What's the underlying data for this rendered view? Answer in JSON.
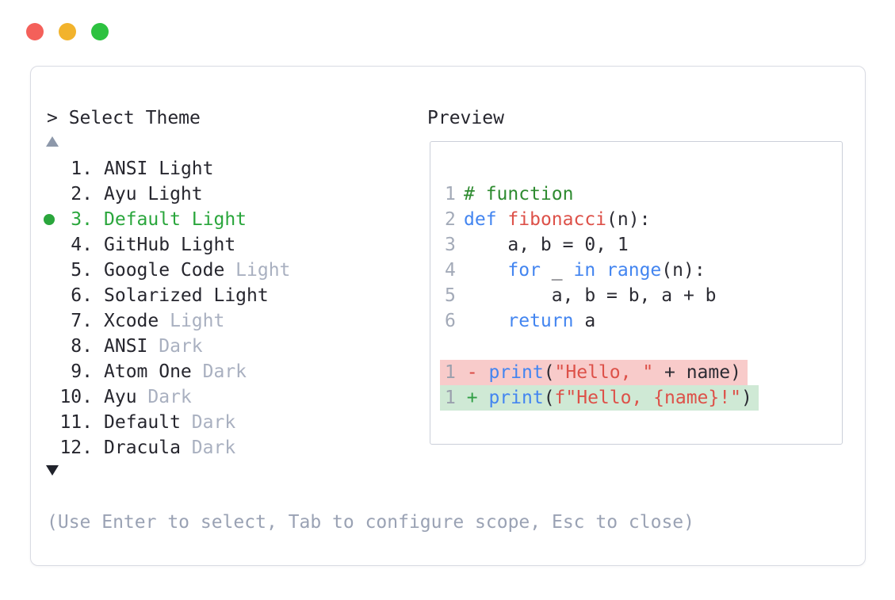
{
  "window": {
    "traffic_lights": [
      {
        "name": "close",
        "color": "#f4605a"
      },
      {
        "name": "minimize",
        "color": "#f2b32c"
      },
      {
        "name": "zoom",
        "color": "#2dc240"
      }
    ]
  },
  "theme_picker": {
    "prompt": "> Select Theme",
    "scroll_up_indicator": "up-triangle",
    "scroll_down_indicator": "down-triangle",
    "selected_color": "#2aa63c",
    "items": [
      {
        "number": "1.",
        "name": "ANSI",
        "variant": "Light",
        "variant_muted": false,
        "selected": false
      },
      {
        "number": "2.",
        "name": "Ayu",
        "variant": "Light",
        "variant_muted": false,
        "selected": false
      },
      {
        "number": "3.",
        "name": "Default",
        "variant": "Light",
        "variant_muted": false,
        "selected": true
      },
      {
        "number": "4.",
        "name": "GitHub",
        "variant": "Light",
        "variant_muted": false,
        "selected": false
      },
      {
        "number": "5.",
        "name": "Google Code",
        "variant": "Light",
        "variant_muted": true,
        "selected": false
      },
      {
        "number": "6.",
        "name": "Solarized",
        "variant": "Light",
        "variant_muted": false,
        "selected": false
      },
      {
        "number": "7.",
        "name": "Xcode",
        "variant": "Light",
        "variant_muted": true,
        "selected": false
      },
      {
        "number": "8.",
        "name": "ANSI",
        "variant": "Dark",
        "variant_muted": true,
        "selected": false
      },
      {
        "number": "9.",
        "name": "Atom One",
        "variant": "Dark",
        "variant_muted": true,
        "selected": false
      },
      {
        "number": "10.",
        "name": "Ayu",
        "variant": "Dark",
        "variant_muted": true,
        "selected": false
      },
      {
        "number": "11.",
        "name": "Default",
        "variant": "Dark",
        "variant_muted": true,
        "selected": false
      },
      {
        "number": "12.",
        "name": "Dracula",
        "variant": "Dark",
        "variant_muted": true,
        "selected": false
      }
    ],
    "help_text": "(Use Enter to select, Tab to configure scope, Esc to close)"
  },
  "preview": {
    "label": "Preview",
    "syntax_colors": {
      "keyword": "#4385f0",
      "function_name": "#dd5149",
      "string": "#dd5149",
      "comment": "#2e8b30",
      "plain": "#2b2b33",
      "line_number": "#a3aab8",
      "diff_removed_bg": "#f8cbca",
      "diff_added_bg": "#cfe9d5"
    },
    "code_lines": [
      {
        "num": "1",
        "tokens": [
          {
            "t": "# function",
            "c": "comment"
          }
        ]
      },
      {
        "num": "2",
        "tokens": [
          {
            "t": "def",
            "c": "kw"
          },
          {
            "t": " ",
            "c": "plain"
          },
          {
            "t": "fibonacci",
            "c": "fn"
          },
          {
            "t": "(n):",
            "c": "plain"
          }
        ]
      },
      {
        "num": "3",
        "tokens": [
          {
            "t": "    a, b = 0, 1",
            "c": "plain"
          }
        ]
      },
      {
        "num": "4",
        "tokens": [
          {
            "t": "    ",
            "c": "plain"
          },
          {
            "t": "for",
            "c": "kw"
          },
          {
            "t": " _ ",
            "c": "plain"
          },
          {
            "t": "in",
            "c": "kw"
          },
          {
            "t": " ",
            "c": "plain"
          },
          {
            "t": "range",
            "c": "kw"
          },
          {
            "t": "(n):",
            "c": "plain"
          }
        ]
      },
      {
        "num": "5",
        "tokens": [
          {
            "t": "        a, b = b, a + b",
            "c": "plain"
          }
        ]
      },
      {
        "num": "6",
        "tokens": [
          {
            "t": "    ",
            "c": "plain"
          },
          {
            "t": "return",
            "c": "kw"
          },
          {
            "t": " a",
            "c": "plain"
          }
        ]
      }
    ],
    "diff_lines": [
      {
        "num": "1",
        "sign": "-",
        "type": "removed",
        "tokens": [
          {
            "t": "print",
            "c": "kw"
          },
          {
            "t": "(",
            "c": "plain"
          },
          {
            "t": "\"Hello, \"",
            "c": "str"
          },
          {
            "t": " + name)",
            "c": "plain"
          }
        ]
      },
      {
        "num": "1",
        "sign": "+",
        "type": "added",
        "tokens": [
          {
            "t": "print",
            "c": "kw"
          },
          {
            "t": "(",
            "c": "plain"
          },
          {
            "t": "f\"Hello, {name}!\"",
            "c": "str"
          },
          {
            "t": ")",
            "c": "plain"
          }
        ]
      }
    ]
  }
}
